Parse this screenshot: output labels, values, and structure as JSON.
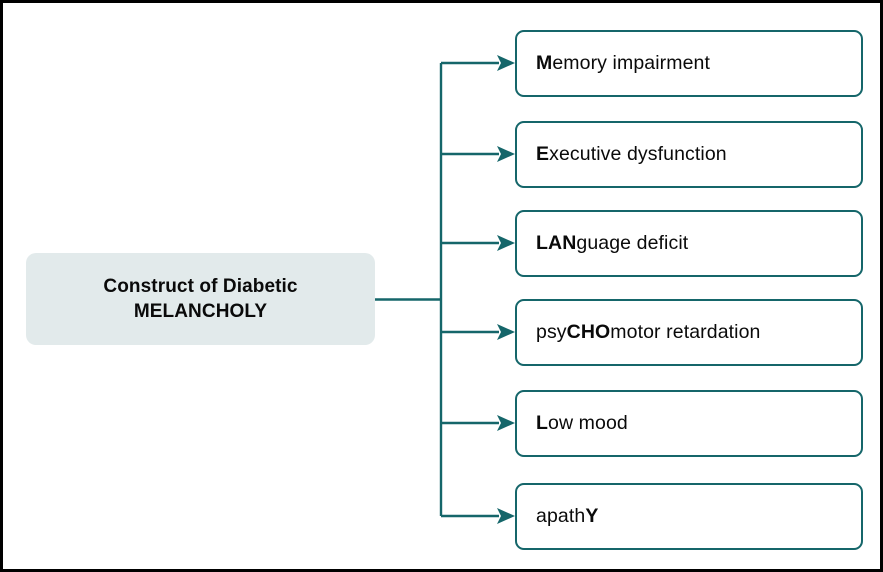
{
  "diagram": {
    "title_node": {
      "line1": "Construct of Diabetic",
      "line2": "MELANCHOLY",
      "fill_color": "#e2eaeb",
      "text_color": "#0a0a0a"
    },
    "accent_color": "#15666a",
    "border_color": "#000000",
    "background_color": "#ffffff",
    "branches": [
      {
        "prefix": "",
        "bold": "M",
        "suffix": "emory impairment"
      },
      {
        "prefix": "",
        "bold": "E",
        "suffix": "xecutive dysfunction"
      },
      {
        "prefix": "",
        "bold": "LAN",
        "suffix": "guage deficit"
      },
      {
        "prefix": "psy",
        "bold": "CHO",
        "suffix": "motor retardation"
      },
      {
        "prefix": "",
        "bold": "L",
        "suffix": "ow mood"
      },
      {
        "prefix": "apath",
        "bold": "Y",
        "suffix": ""
      }
    ]
  }
}
